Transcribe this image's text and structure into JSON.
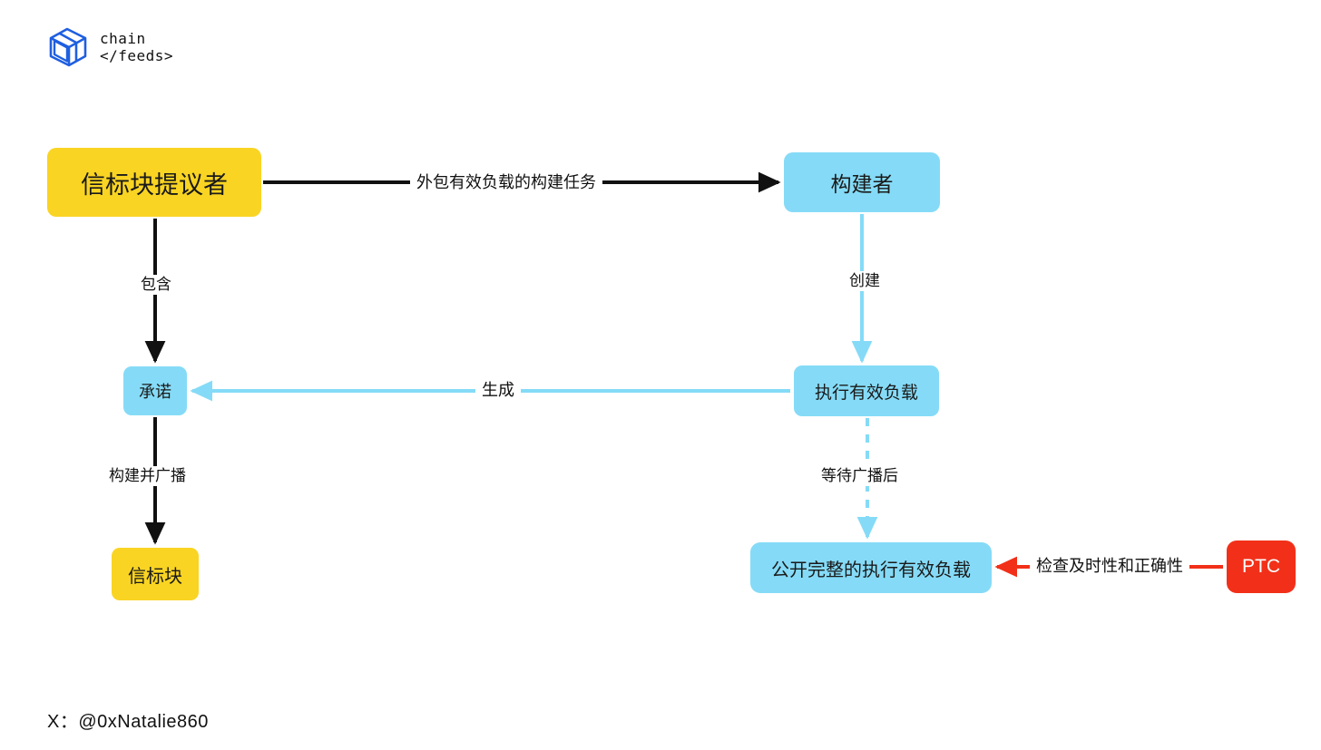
{
  "brand": {
    "icon": "cube-logo-icon",
    "line1": "chain",
    "line2": "</feeds>",
    "color": "#1f5fe0"
  },
  "colors": {
    "yellow": "#F9D423",
    "blue": "#85DBF7",
    "red": "#F23019",
    "black_edge": "#111111",
    "blue_edge": "#85DBF7",
    "red_edge": "#F23019"
  },
  "diagram": {
    "type": "flowchart",
    "nodes": [
      {
        "id": "proposer",
        "label": "信标块提议者",
        "color": "yellow"
      },
      {
        "id": "builder",
        "label": "构建者",
        "color": "blue"
      },
      {
        "id": "commitment",
        "label": "承诺",
        "color": "blue"
      },
      {
        "id": "exec_payload",
        "label": "执行有效负载",
        "color": "blue"
      },
      {
        "id": "beacon_block",
        "label": "信标块",
        "color": "yellow"
      },
      {
        "id": "publish_payload",
        "label": "公开完整的执行有效负载",
        "color": "blue"
      },
      {
        "id": "ptc",
        "label": "PTC",
        "color": "red"
      }
    ],
    "edges": [
      {
        "from": "proposer",
        "to": "builder",
        "label": "外包有效负载的构建任务",
        "style": "solid",
        "color": "black"
      },
      {
        "from": "proposer",
        "to": "commitment",
        "label": "包含",
        "style": "solid",
        "color": "black"
      },
      {
        "from": "builder",
        "to": "exec_payload",
        "label": "创建",
        "style": "solid",
        "color": "blue"
      },
      {
        "from": "exec_payload",
        "to": "commitment",
        "label": "生成",
        "style": "solid",
        "color": "blue"
      },
      {
        "from": "commitment",
        "to": "beacon_block",
        "label": "构建并广播",
        "style": "solid",
        "color": "black"
      },
      {
        "from": "exec_payload",
        "to": "publish_payload",
        "label": "等待广播后",
        "style": "dashed",
        "color": "blue"
      },
      {
        "from": "ptc",
        "to": "publish_payload",
        "label": "检查及时性和正确性",
        "style": "solid",
        "color": "red"
      }
    ]
  },
  "footer": {
    "handle": "X：@0xNatalie860"
  }
}
